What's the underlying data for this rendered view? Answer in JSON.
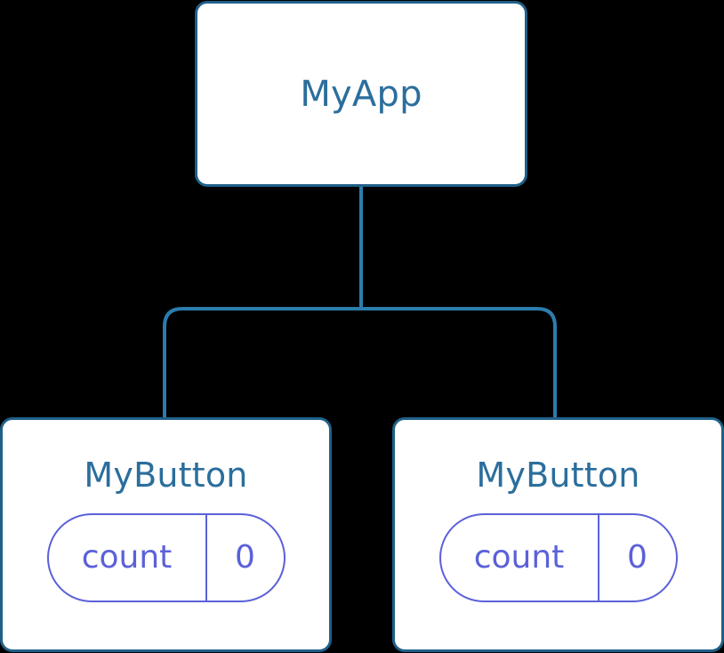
{
  "diagram": {
    "type": "component-tree",
    "title": "",
    "colors": {
      "node_border": "#1f6089",
      "node_fill": "#ffffff",
      "node_title_text": "#2b6e9c",
      "connector": "#2b7cad",
      "state_pill_border": "#5b61d9",
      "state_pill_text": "#5b61d9",
      "background": "#000000"
    },
    "root": {
      "label": "MyApp"
    },
    "children": [
      {
        "label": "MyButton",
        "state": {
          "key": "count",
          "value": "0"
        }
      },
      {
        "label": "MyButton",
        "state": {
          "key": "count",
          "value": "0"
        }
      }
    ],
    "edges": [
      {
        "from": "MyApp",
        "to": "MyButton (left)"
      },
      {
        "from": "MyApp",
        "to": "MyButton (right)"
      }
    ]
  }
}
